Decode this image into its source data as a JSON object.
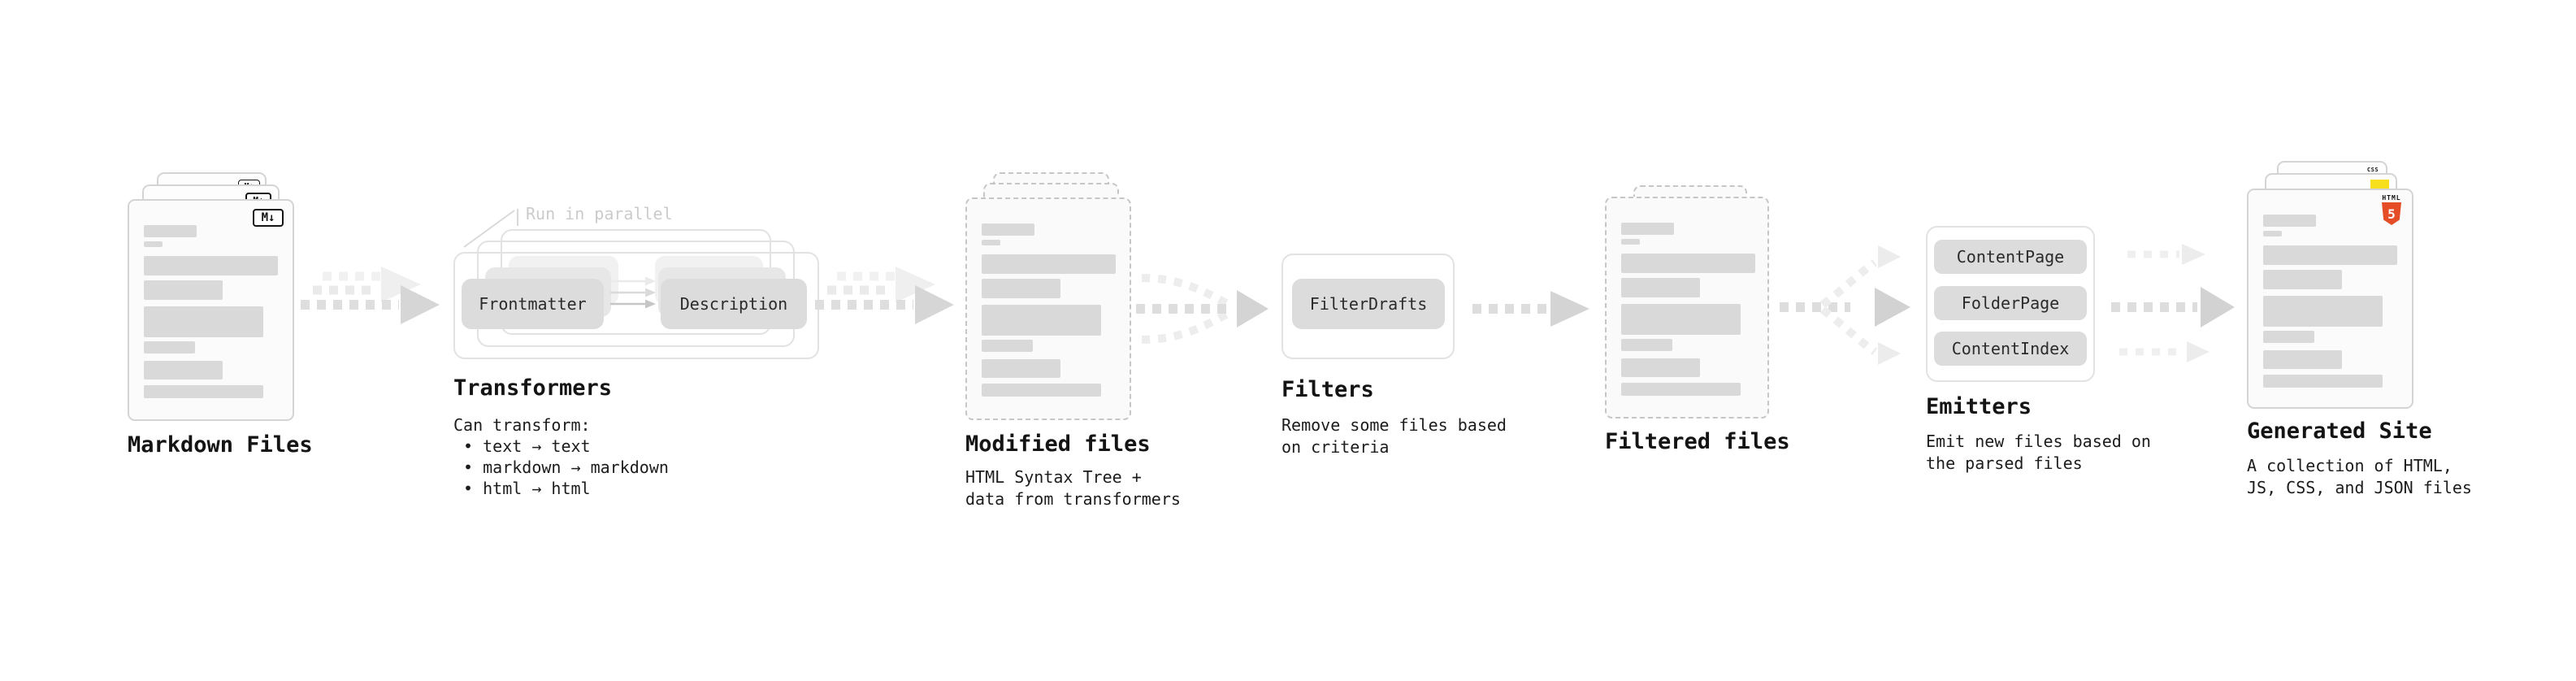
{
  "markdown_files": {
    "label": "Markdown Files",
    "badge": "M↓"
  },
  "transformers": {
    "label": "Transformers",
    "annotation": "Run in parallel",
    "box_frontmatter": "Frontmatter",
    "box_description": "Description",
    "description": "Can transform:\n • text → text\n • markdown → markdown\n • html → html"
  },
  "modified_files": {
    "label": "Modified files",
    "description": "HTML Syntax Tree +\ndata from transformers"
  },
  "filters": {
    "label": "Filters",
    "box_filterdrafts": "FilterDrafts",
    "description": "Remove some files based\non criteria"
  },
  "filtered_files": {
    "label": "Filtered files"
  },
  "emitters": {
    "label": "Emitters",
    "box_contentpage": "ContentPage",
    "box_folderpage": "FolderPage",
    "box_contentindex": "ContentIndex",
    "description": "Emit new files based on\nthe parsed files"
  },
  "generated_site": {
    "label": "Generated Site",
    "description": "A collection of HTML,\nJS, CSS, and JSON files",
    "badge_css": "CSS",
    "badge_html_label": "HTML",
    "badge_html_number": "5"
  }
}
